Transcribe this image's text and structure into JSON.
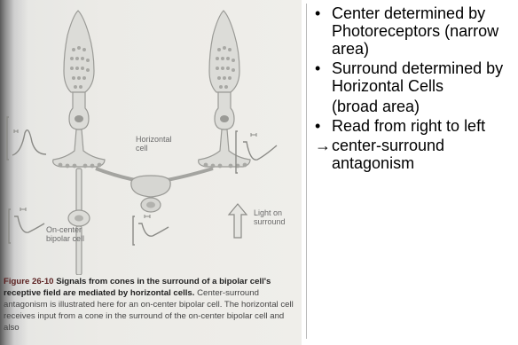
{
  "figure": {
    "label_horizontal": "Horizontal cell",
    "label_oncenter": "On-center bipolar cell",
    "label_light": "Light on surround",
    "caption_figno": "Figure 26-10",
    "caption_title": "Signals from cones in the surround of a bipolar cell's receptive field are mediated by horizontal cells.",
    "caption_body": "Center-surround antagonism is illustrated here for an on-center bipolar cell. The horizontal cell receives input from a cone in the surround of the on-center bipolar cell and also"
  },
  "bullets": {
    "marker": "•",
    "items": [
      {
        "text": "Center determined by Photoreceptors (narrow area)"
      },
      {
        "text": "Surround determined by Horizontal Cells"
      },
      {
        "text": "(broad area)"
      },
      {
        "text": "Read from right to left"
      }
    ],
    "arrow": "→",
    "conclusion": "center-surround antagonism"
  }
}
